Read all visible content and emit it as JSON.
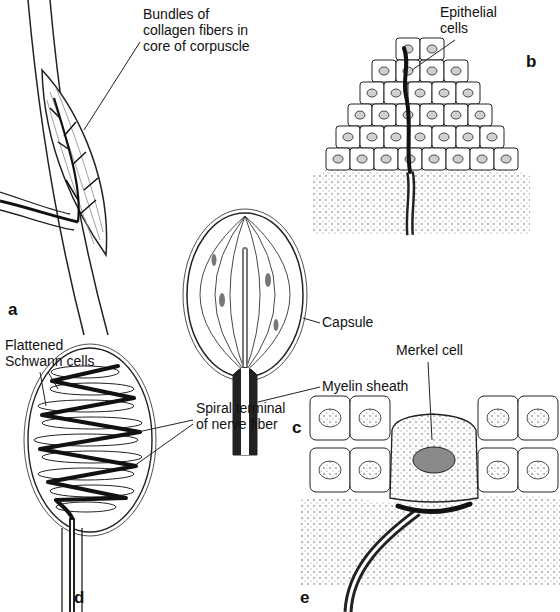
{
  "diagram": {
    "labels": [
      "Bundles of collagen fibers in core of corpuscle",
      "Epithelial cells",
      "b",
      "a",
      "Capsule",
      "Myelin sheath",
      "c",
      "Flattened Schwann cells",
      "Spiral terminal of nerve fiber",
      "Merkel cell",
      "d",
      "e"
    ]
  }
}
